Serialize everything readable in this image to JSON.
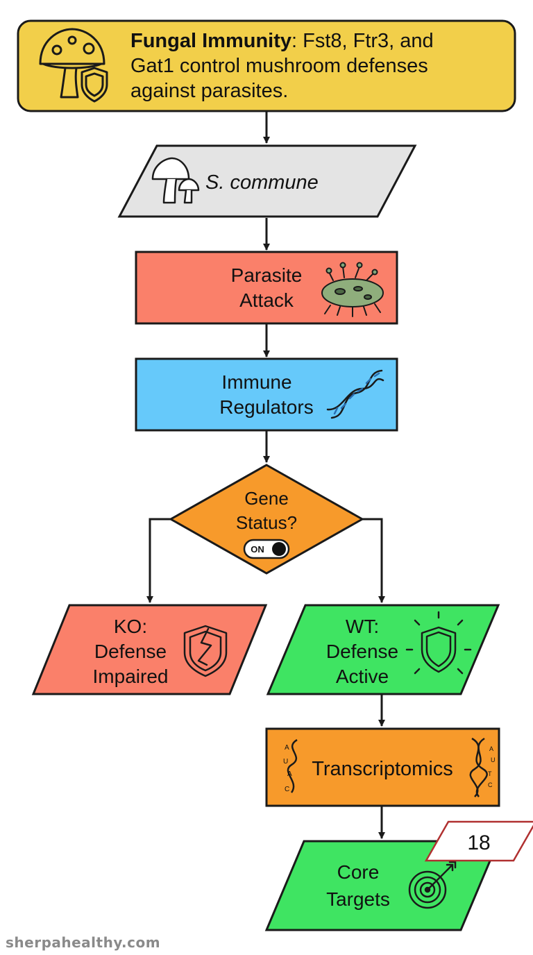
{
  "header": {
    "title_bold": "Fungal Immunity",
    "title_line1_rest": ": Fst8, Ftr3, and",
    "title_line2": "Gat1 control mushroom defenses",
    "title_line3": "against parasites."
  },
  "nodes": {
    "organism": {
      "label": "S. commune"
    },
    "parasite_attack": {
      "line1": "Parasite",
      "line2": "Attack"
    },
    "immune_regulators": {
      "line1": "Immune",
      "line2": "Regulators"
    },
    "decision": {
      "line1": "Gene",
      "line2": "Status?",
      "toggle_label": "ON"
    },
    "ko": {
      "line1": "KO:",
      "line2": "Defense",
      "line3": "Impaired"
    },
    "wt": {
      "line1": "WT:",
      "line2": "Defense",
      "line3": "Active"
    },
    "transcriptomics": {
      "label": "Transcriptomics",
      "left_letters": [
        "A",
        "U",
        "A",
        "C"
      ],
      "right_letters": [
        "A",
        "U",
        "T",
        "C"
      ]
    },
    "core_targets": {
      "line1": "Core",
      "line2": "Targets",
      "badge": "18"
    }
  },
  "icons": {
    "header": "mushroom-shield-icon",
    "organism": "mushrooms-icon",
    "parasite": "parasite-fungus-icon",
    "regulators": "dna-helix-icon",
    "ko": "broken-shield-icon",
    "wt": "glowing-shield-icon",
    "targets": "target-icon"
  },
  "colors": {
    "header": "#f2cf4a",
    "organism": "#e4e4e4",
    "salmon": "#fa806a",
    "blue": "#66c9fa",
    "orange": "#f79a2b",
    "green": "#3fe462",
    "badge_border": "#b03030",
    "stroke": "#1a1a1a"
  },
  "watermark": "sherpahealthy.com"
}
